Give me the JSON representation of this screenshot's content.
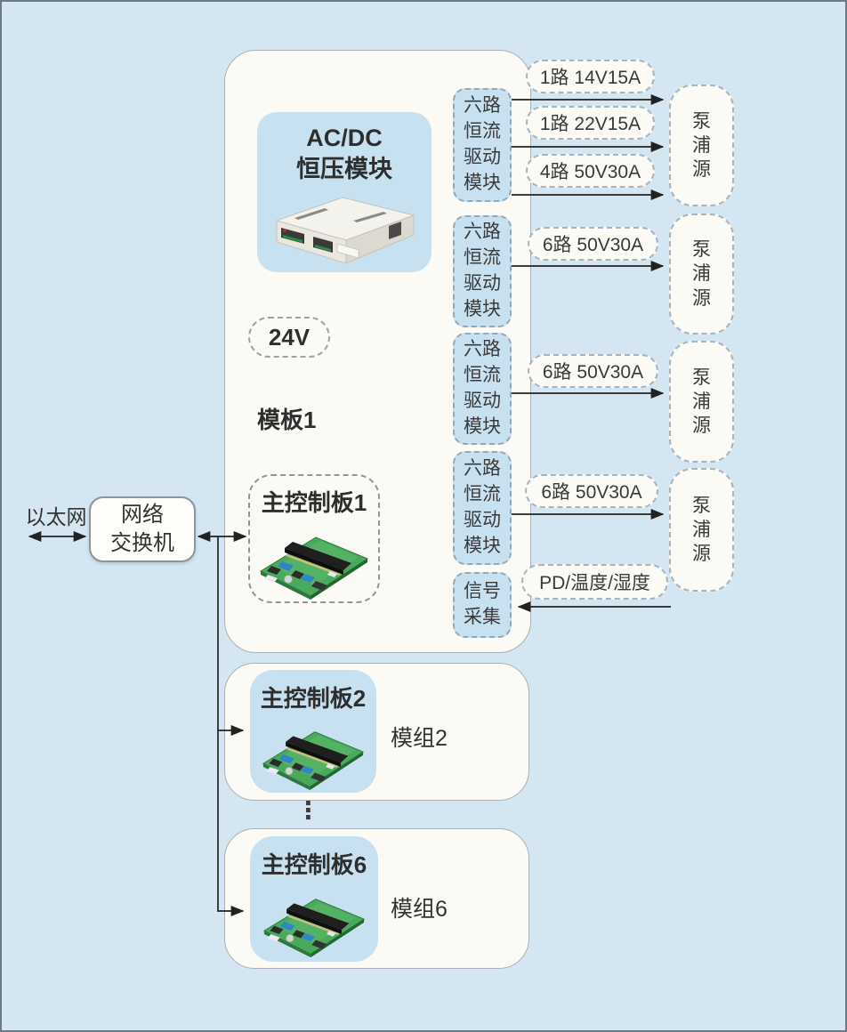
{
  "colors": {
    "background": "#d4e6f2",
    "accent_blue_box": "#c8e1f1",
    "panel_white": "#fbfaf5",
    "arrow": "#222222"
  },
  "left": {
    "ethernet_label": "以太网",
    "switch_label": "网络\n交换机"
  },
  "module1": {
    "acdc_line1": "AC/DC",
    "acdc_line2": "恒压模块",
    "voltage_pill": "24V",
    "board_label": "模板1",
    "main_board_title": "主控制板1"
  },
  "drivers": [
    {
      "label": "六路\n恒流\n驱动\n模块"
    },
    {
      "label": "六路\n恒流\n驱动\n模块"
    },
    {
      "label": "六路\n恒流\n驱动\n模块"
    },
    {
      "label": "六路\n恒流\n驱动\n模块"
    }
  ],
  "signal_label": "信号\n采集",
  "pills": {
    "out1": "1路 14V15A",
    "out2": "1路 22V15A",
    "out3": "4路 50V30A",
    "out4": "6路 50V30A",
    "out5": "6路 50V30A",
    "out6": "6路 50V30A",
    "sensor": "PD/温度/湿度"
  },
  "pumps": [
    {
      "label": "泵\n浦\n源"
    },
    {
      "label": "泵\n浦\n源"
    },
    {
      "label": "泵\n浦\n源"
    },
    {
      "label": "泵\n浦\n源"
    }
  ],
  "module2": {
    "main_board_title": "主控制板2",
    "module_label": "模组2"
  },
  "module6": {
    "main_board_title": "主控制板6",
    "module_label": "模组6"
  },
  "ellipsis": "⋮"
}
